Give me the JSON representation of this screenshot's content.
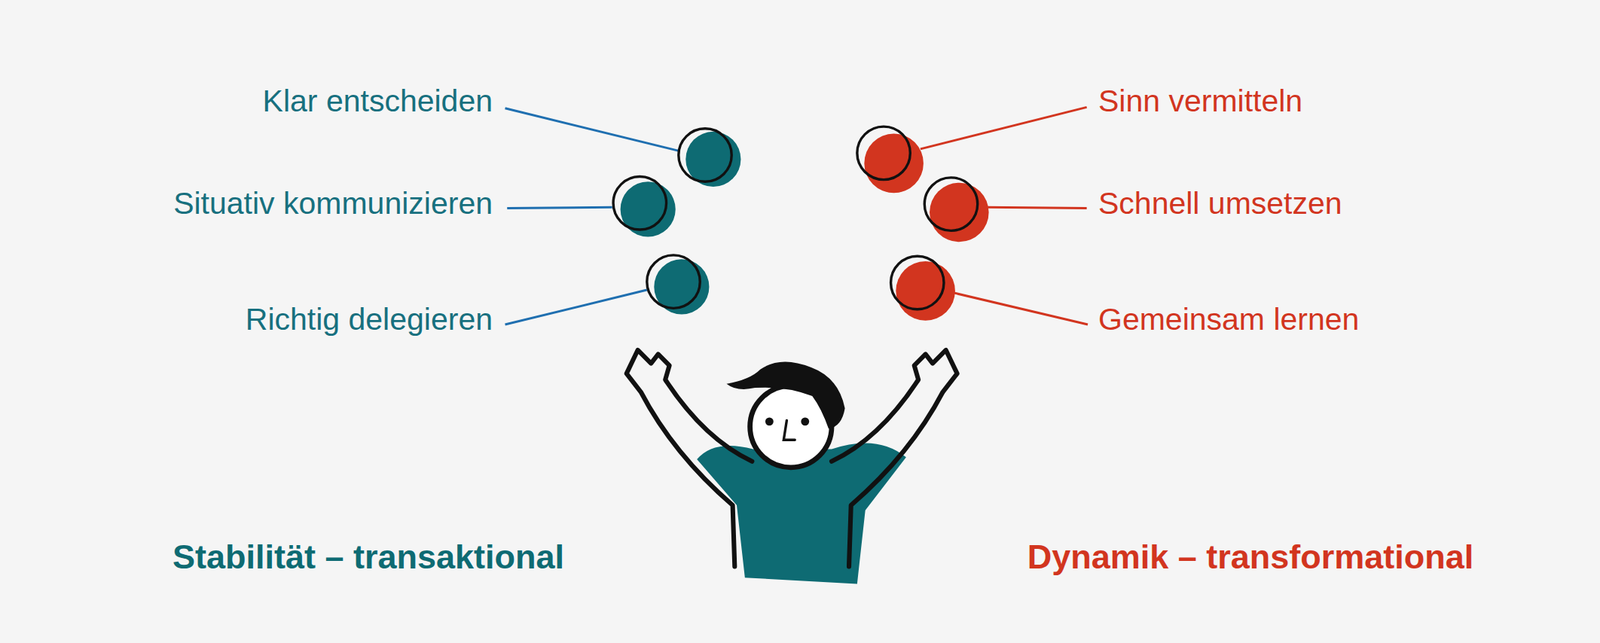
{
  "diagram": {
    "labels": [
      "Klar entscheiden",
      "Sinn vermitteln",
      "Situativ kommunizieren",
      "Schnell umsetzen",
      "Richtig delegieren",
      "Gemeinsam lernen",
      "Stabilität – transaktional",
      "Dynamik – transformational"
    ]
  }
}
